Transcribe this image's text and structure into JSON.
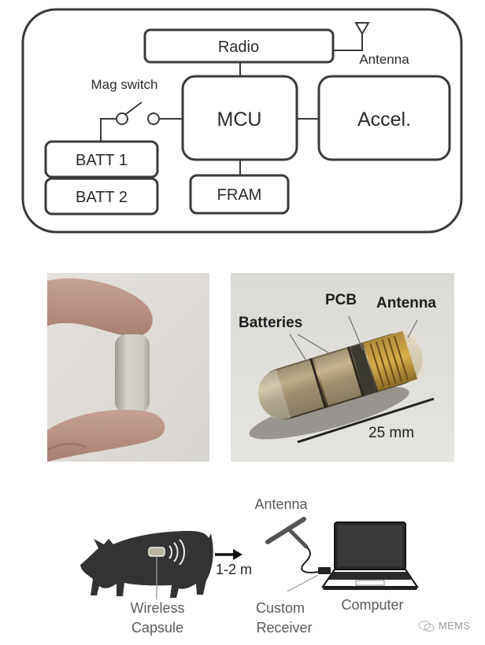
{
  "block_diagram": {
    "blocks": {
      "radio": "Radio",
      "mcu": "MCU",
      "accel": "Accel.",
      "batt1": "BATT 1",
      "batt2": "BATT 2",
      "fram": "FRAM"
    },
    "labels": {
      "antenna": "Antenna",
      "mag_switch": "Mag switch"
    },
    "colors": {
      "stroke": "#3a3a3a",
      "text": "#2a2a2a"
    }
  },
  "photos": {
    "capsule_labels": {
      "pcb": "PCB",
      "antenna": "Antenna",
      "batteries": "Batteries",
      "scale": "25 mm"
    }
  },
  "setup": {
    "wireless_capsule": [
      "Wireless",
      "Capsule"
    ],
    "distance": "1-2 m",
    "antenna": "Antenna",
    "custom_receiver": [
      "Custom",
      "Receiver"
    ],
    "computer": "Computer",
    "colors": {
      "pig": "#333333",
      "label": "#555555"
    }
  },
  "watermark": {
    "text": "MEMS",
    "icon": "wechat-icon"
  }
}
